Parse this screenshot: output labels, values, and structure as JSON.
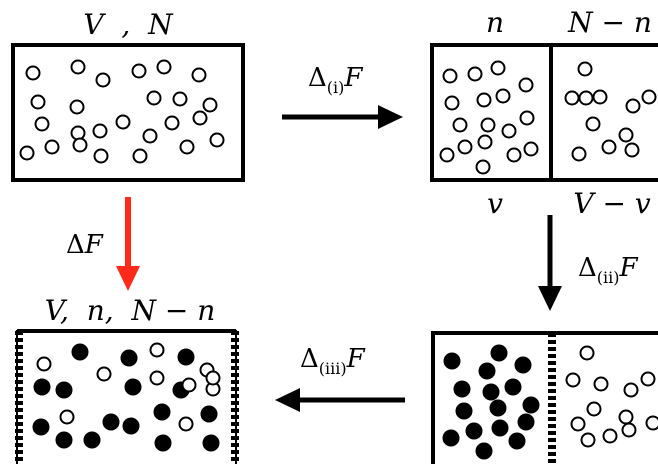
{
  "boxes": {
    "initial": {
      "top_label": "V  ,  N"
    },
    "split": {
      "top_left": "n",
      "top_right": "N − n",
      "bottom_left": "v",
      "bottom_right": "V − v"
    },
    "final": {
      "top_label": "V,  n,  N − n"
    }
  },
  "arrows": {
    "step_i": {
      "delta": "Δ",
      "sub": "(i)",
      "symbol": "F"
    },
    "step_ii": {
      "delta": "Δ",
      "sub": "(ii)",
      "symbol": "F"
    },
    "step_iii": {
      "delta": "Δ",
      "sub": "(iii)",
      "symbol": "F"
    },
    "total": {
      "delta": "Δ",
      "symbol": "F",
      "color": "#ff2a1a"
    }
  },
  "colors": {
    "ink": "#000000",
    "highlight": "#ff2a1a"
  }
}
